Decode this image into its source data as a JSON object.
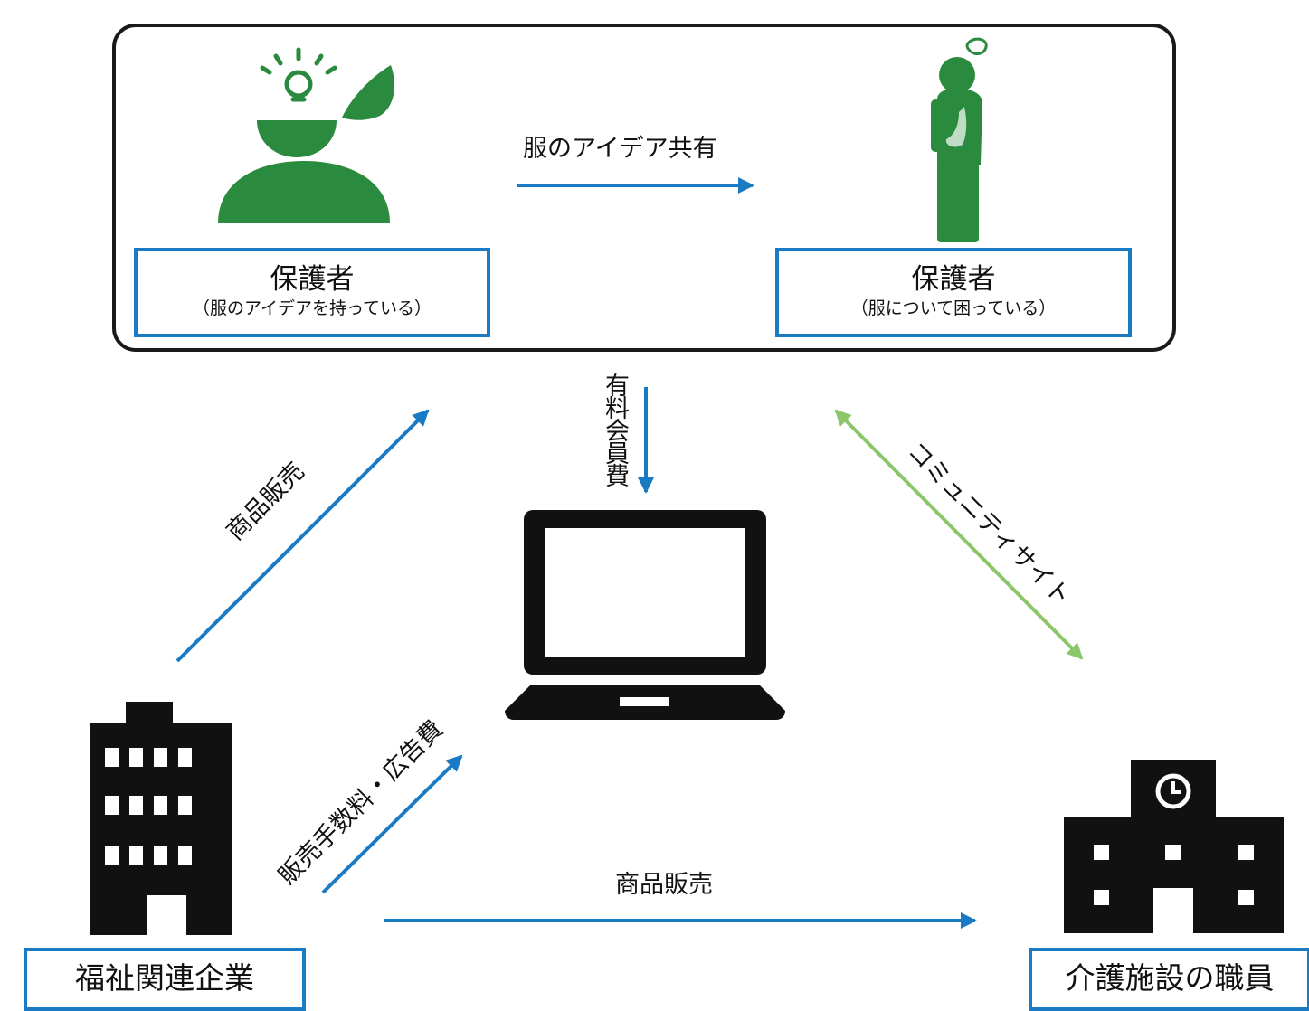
{
  "nodes": {
    "parent_idea": {
      "title": "保護者",
      "subtitle": "（服のアイデアを持っている）"
    },
    "parent_worried": {
      "title": "保護者",
      "subtitle": "（服について困っている）"
    },
    "company": {
      "title": "福祉関連企業"
    },
    "staff": {
      "title": "介護施設の職員"
    }
  },
  "edges": {
    "idea_share": "服のアイデア共有",
    "membership_fee": "有料会員費",
    "sales_to_parents": "商品販売",
    "community_site": "コミュニティサイト",
    "fees_ads": "販売手数料・広告費",
    "sales_to_staff": "商品販売"
  },
  "colors": {
    "blue_arrow": "#1a7ac4",
    "green_arrow": "#8cc66a",
    "figure_green": "#2a8a3e",
    "icon_black": "#111111"
  },
  "icons": {
    "parent_idea": "person-with-idea-icon",
    "parent_worried": "thinking-person-icon",
    "platform": "laptop-icon",
    "company": "office-building-icon",
    "staff": "care-facility-icon"
  }
}
